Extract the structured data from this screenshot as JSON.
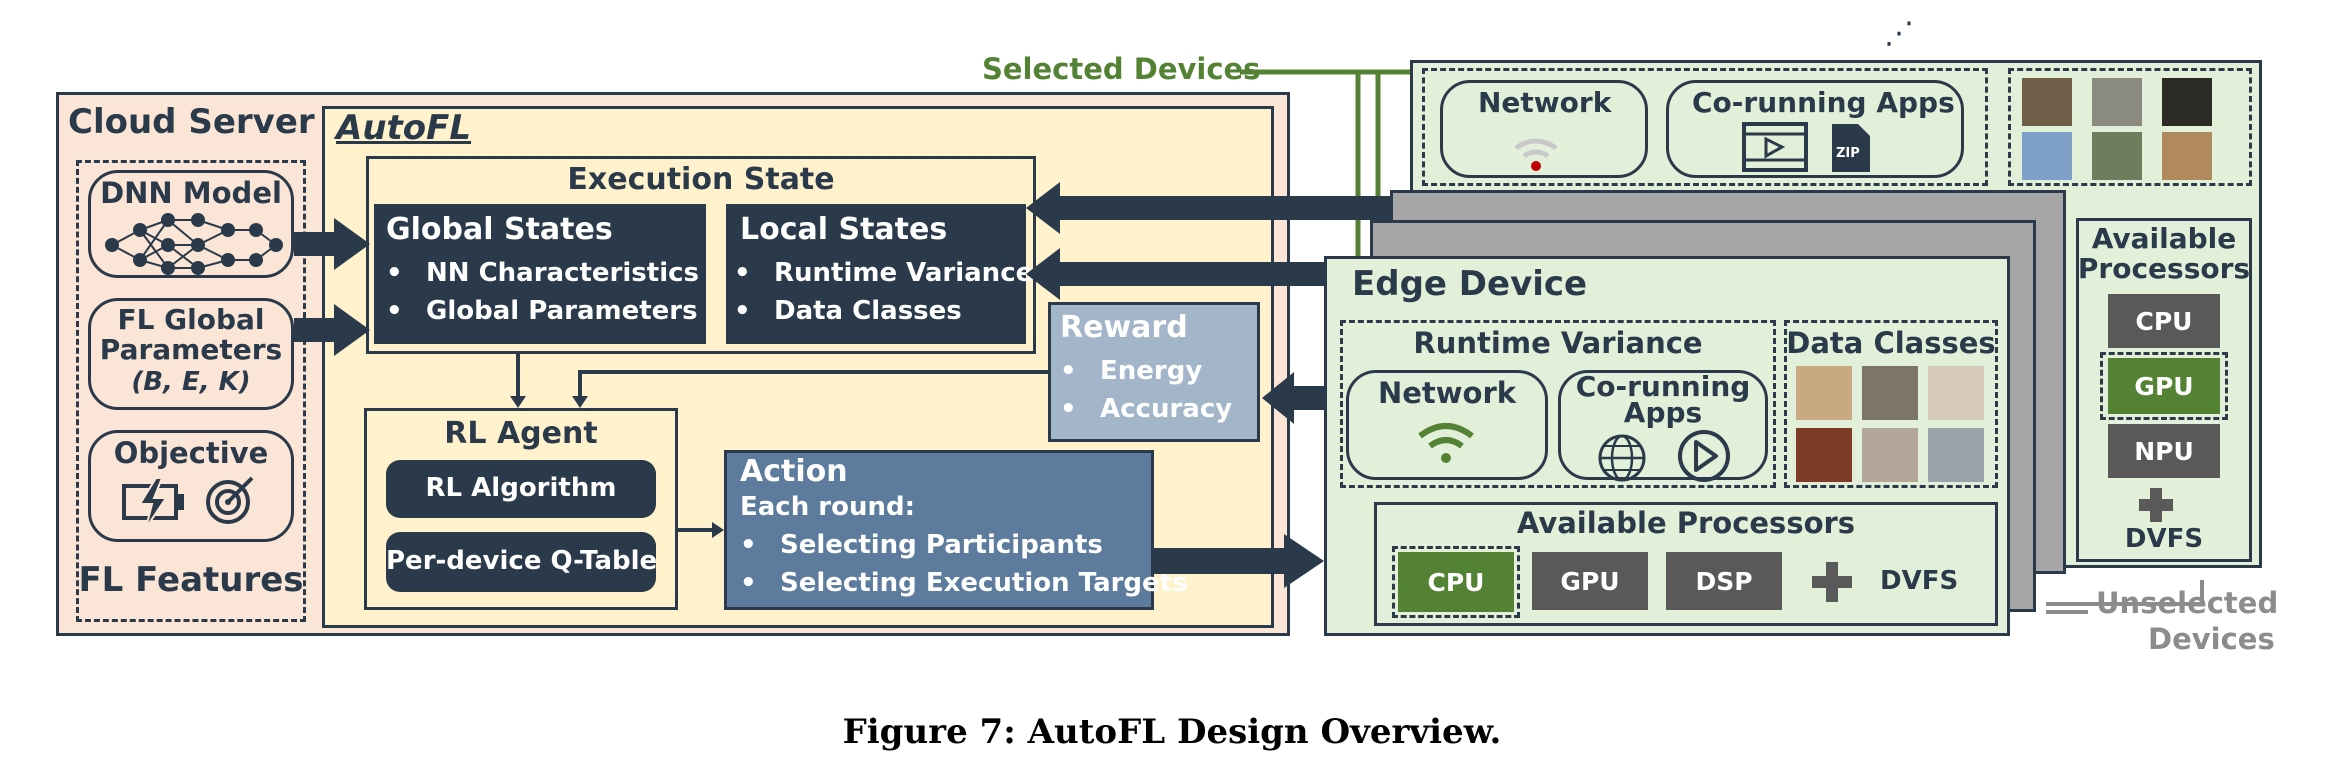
{
  "cloud": {
    "title": "Cloud Server",
    "features_label": "FL Features",
    "dnn_model": "DNN Model",
    "fl_global_lines": [
      "FL Global",
      "Parameters",
      "(B, E, K)"
    ],
    "objective": "Objective"
  },
  "autofl": {
    "title": "AutoFL",
    "execution_state": "Execution State",
    "global_states": {
      "title": "Global States",
      "items": [
        "NN Characteristics",
        "Global Parameters"
      ]
    },
    "local_states": {
      "title": "Local States",
      "items": [
        "Runtime Variance",
        "Data Classes"
      ]
    },
    "rl_agent": {
      "title": "RL Agent",
      "algorithm": "RL Algorithm",
      "qtable": "Per-device Q-Table"
    },
    "action": {
      "title": "Action",
      "subtitle": "Each round:",
      "items": [
        "Selecting Participants",
        "Selecting Execution Targets"
      ]
    },
    "reward": {
      "title": "Reward",
      "items": [
        "Energy",
        "Accuracy"
      ]
    }
  },
  "edge": {
    "title": "Edge Device",
    "runtime_variance": "Runtime Variance",
    "network": "Network",
    "corunning_lines": [
      "Co-running",
      "Apps"
    ],
    "data_classes": "Data Classes",
    "available_processors": "Available Processors",
    "processors": [
      "CPU",
      "GPU",
      "DSP"
    ],
    "dvfs": "DVFS"
  },
  "back_device": {
    "network": "Network",
    "corunning": "Co-running Apps",
    "available_processors_lines": [
      "Available",
      "Processors"
    ],
    "processors": [
      "CPU",
      "GPU",
      "NPU"
    ],
    "dvfs": "DVFS",
    "zip_label": "ZIP",
    "ellipsis": "⋰"
  },
  "labels": {
    "selected_devices": "Selected Devices",
    "unselected_lines": [
      "Unselected",
      "Devices"
    ]
  },
  "caption": "Figure 7: AutoFL Design Overview.",
  "colors": {
    "dark": "#2b3a4a",
    "green": "#548235",
    "cream": "#fff2cc",
    "peach": "#fbe5d6",
    "mint": "#e2f0d9",
    "reward": "#a2b5c9",
    "action": "#5d7b9c",
    "gray_chip": "#595959"
  }
}
